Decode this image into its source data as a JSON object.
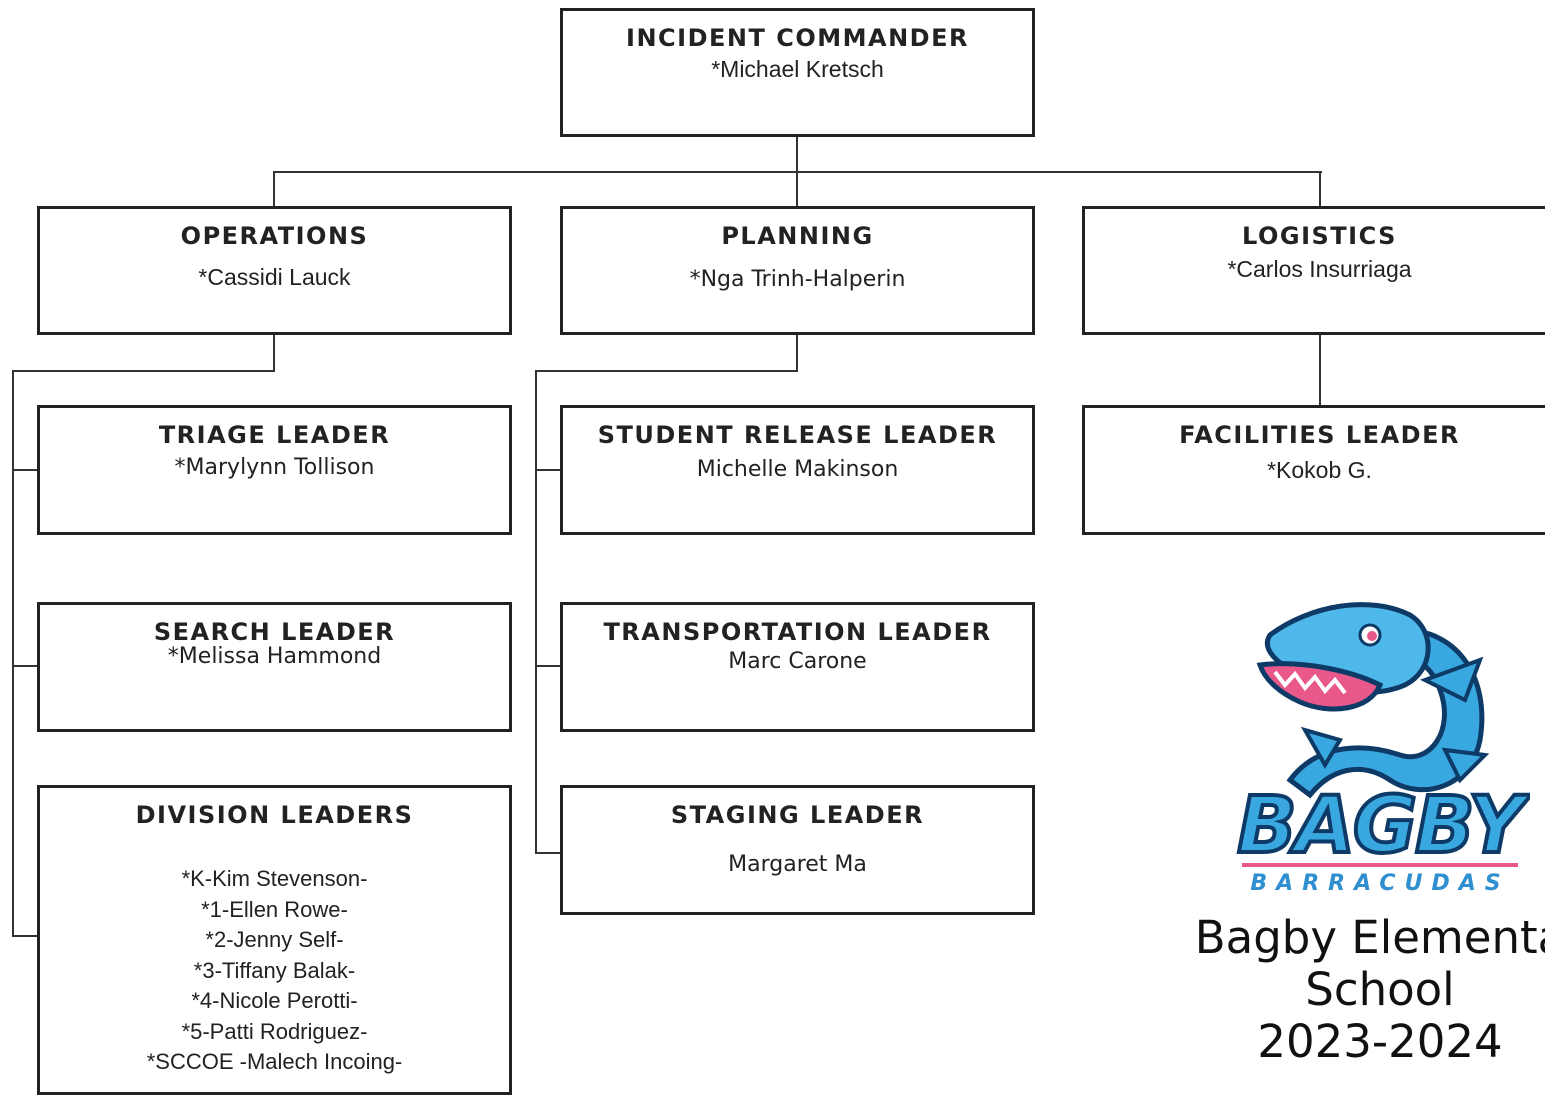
{
  "commander": {
    "title": "INCIDENT COMMANDER",
    "name": "*Michael Kretsch"
  },
  "operations": {
    "title": "OPERATIONS",
    "name": "*Cassidi Lauck"
  },
  "planning": {
    "title": "PLANNING",
    "name": "*Nga Trinh-Halperin"
  },
  "logistics": {
    "title": "LOGISTICS",
    "name": "*Carlos Insurriaga"
  },
  "triage": {
    "title": "TRIAGE LEADER",
    "name": "*Marylynn Tollison"
  },
  "search": {
    "title": "SEARCH LEADER",
    "name": "*Melissa Hammond"
  },
  "division": {
    "title": "DIVISION LEADERS",
    "members": [
      "*K-Kim Stevenson-",
      "*1-Ellen Rowe-",
      "*2-Jenny Self-",
      "*3-Tiffany Balak-",
      "*4-Nicole Perotti-",
      "*5-Patti Rodriguez-",
      "*SCCOE -Malech Incoing-"
    ]
  },
  "student_release": {
    "title": "STUDENT RELEASE LEADER",
    "name": "Michelle Makinson"
  },
  "transportation": {
    "title": "TRANSPORTATION LEADER",
    "name": "Marc Carone"
  },
  "staging": {
    "title": "STAGING LEADER",
    "name": "Margaret Ma"
  },
  "facilities": {
    "title": "FACILITIES LEADER",
    "name": "*Kokob G."
  },
  "logo": {
    "wordmark": "BAGBY",
    "subtitle": "BARRACUDAS",
    "icon": "barracuda-mascot-icon",
    "colors": {
      "blue": "#3aa8e0",
      "navy": "#0d3a66",
      "pink": "#e8588a"
    }
  },
  "school": {
    "line1": "Bagby Elementa",
    "line2": "School",
    "line3": "2023-2024"
  }
}
